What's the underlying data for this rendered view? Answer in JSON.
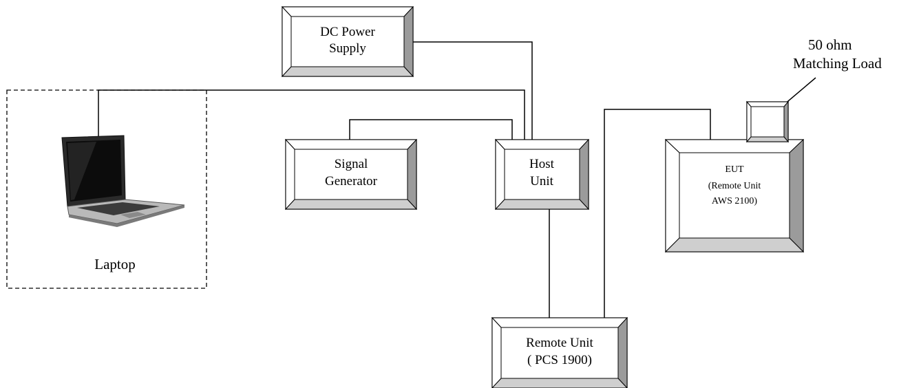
{
  "laptop": {
    "label": "Laptop"
  },
  "dc_power_supply": {
    "line1": "DC Power",
    "line2": "Supply"
  },
  "signal_generator": {
    "line1": "Signal",
    "line2": "Generator"
  },
  "host_unit": {
    "line1": "Host",
    "line2": "Unit"
  },
  "remote_unit_pcs": {
    "line1": "Remote Unit",
    "line2": "( PCS 1900)"
  },
  "eut": {
    "line1": "EUT",
    "line2": "(Remote Unit",
    "line3": "AWS 2100)"
  },
  "matching_load": {
    "line1": "50 ohm",
    "line2": "Matching Load"
  }
}
